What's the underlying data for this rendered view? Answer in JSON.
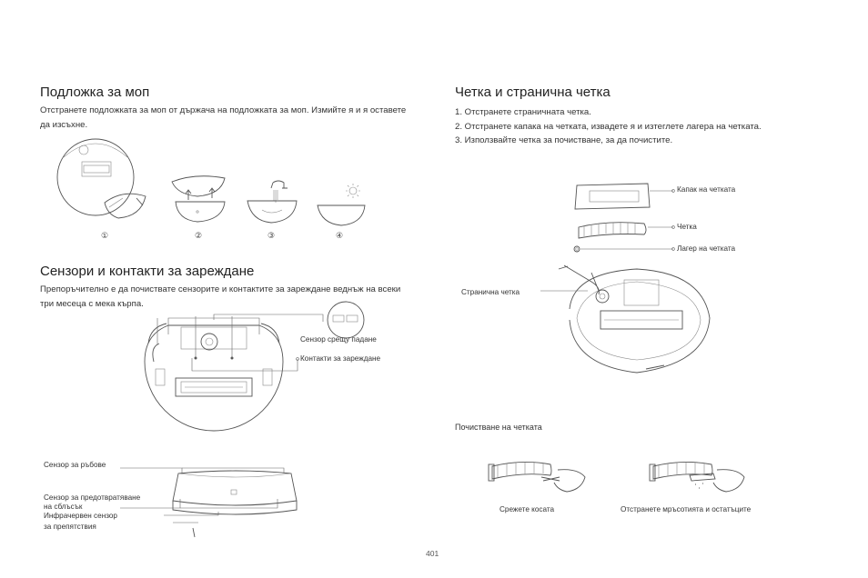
{
  "left": {
    "mop_title": "Подложка за моп",
    "mop_text": "Отстранете подложката за моп от държача на подложката за моп. Измийте я и я оставете да изсъхне.",
    "step_numbers": [
      "①",
      "②",
      "③",
      "④"
    ],
    "sensors_title": "Сензори и контакти за зареждане",
    "sensors_text": "Препоръчително е да почиствате сензорите и контактите за зареждане веднъж на всеки три месеца с мека кърпа.",
    "label_cliff": "Сензор срещу падане",
    "label_contacts": "Контакти за зареждане",
    "label_edge": "Сензор за ръбове",
    "label_collision_1": "Сензор за предотвратяване",
    "label_collision_2": "на сблъсък",
    "label_ir_1": "Инфрачервен сензор",
    "label_ir_2": "за препятствия"
  },
  "right": {
    "brush_title": "Четка и странична четка",
    "steps": [
      "1. Отстранете страничната четка.",
      "2. Отстранете капака на четката, извадете я и изтеглете лагера на четката.",
      "3. Използвайте четка за почистване, за да почистите."
    ],
    "label_cover": "Капак на четката",
    "label_brush": "Четка",
    "label_bearing": "Лагер на четката",
    "label_side_brush": "Странична четка",
    "cleaning_title": "Почистване на четката",
    "label_cut_hair": "Срежете косата",
    "label_remove_dirt": "Отстранете мръсотията и остатъците"
  },
  "footer": {
    "page_number": "401"
  },
  "colors": {
    "line": "#555555",
    "text": "#222222"
  }
}
